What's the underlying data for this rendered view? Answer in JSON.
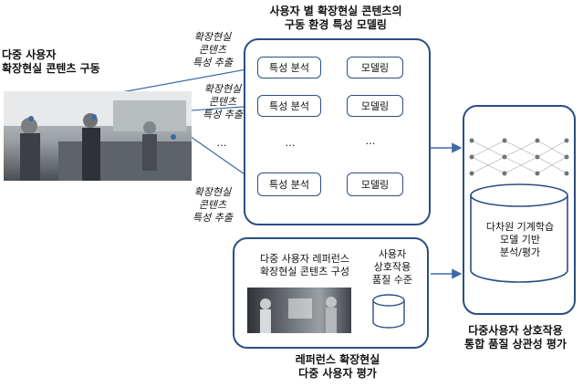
{
  "headings": {
    "source": [
      "다중 사용자",
      "확장현실 콘텐츠 구동"
    ],
    "per_user": [
      "사용자 별 확장현실 콘텐츠의",
      "구동 환경 특성 모델링"
    ],
    "reference": [
      "레퍼런스 확장현실",
      "다중 사용자 평가"
    ],
    "integrated": [
      "다중사용자 상호작용",
      "통합 품질 상관성 평가"
    ]
  },
  "extract_labels": [
    [
      "확장현실",
      "콘텐츠",
      "특성 추출"
    ],
    [
      "확장현실",
      "콘텐츠",
      "특성 추출"
    ],
    [
      "확장현실",
      "콘텐츠",
      "특성 추출"
    ]
  ],
  "rows": [
    {
      "analysis": "특성 분석",
      "modeling": "모델링"
    },
    {
      "analysis": "특성 분석",
      "modeling": "모델링"
    },
    {
      "analysis": "특성 분석",
      "modeling": "모델링"
    }
  ],
  "ellipsis": "…",
  "reference_panel": {
    "config": [
      "다중 사용자 레퍼런스",
      "확장현실 콘텐츠 구성"
    ],
    "quality": [
      "사용자",
      "상호작용",
      "품질 수준"
    ]
  },
  "eval_db": [
    "다차원 기계학습",
    "모델 기반",
    "분석/평가"
  ],
  "colors": {
    "panel_border": "#2b4e84",
    "arrow": "#3c6aa8"
  }
}
